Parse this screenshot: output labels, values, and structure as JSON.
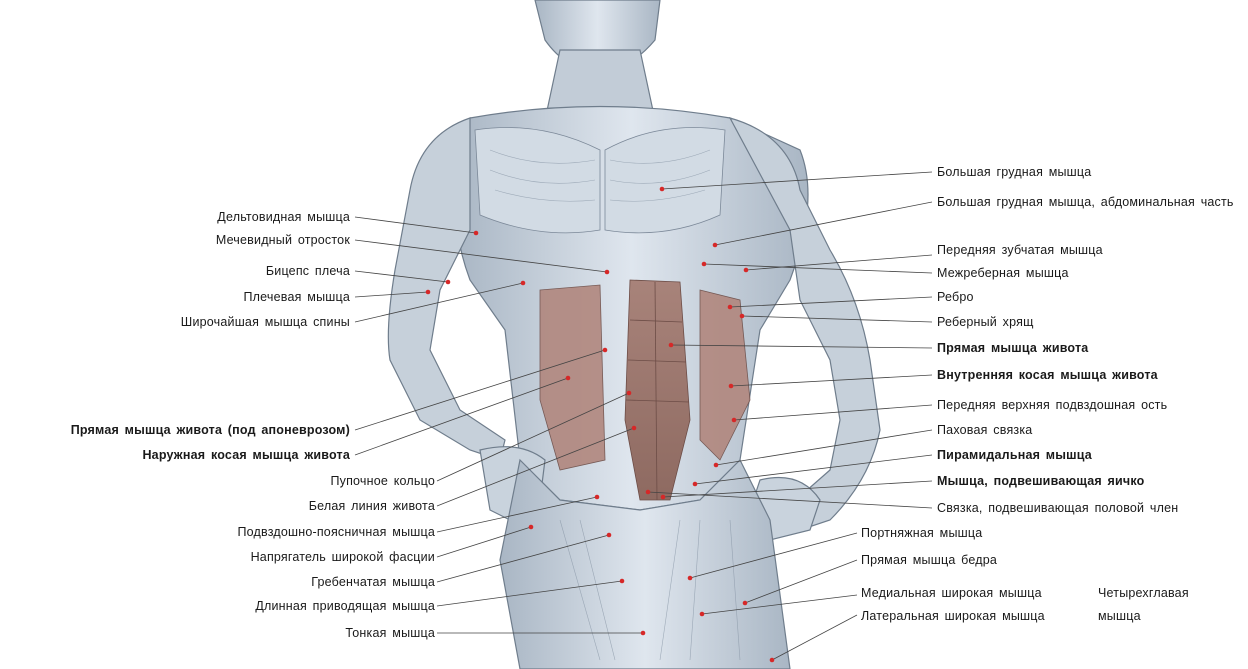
{
  "colors": {
    "muscle": "#c9d3dd",
    "muscle_dark": "#8f9cab",
    "abdominal": "#a5776d",
    "marker": "#d62828",
    "leader": "#444444"
  },
  "labels_left": [
    {
      "id": "deltoid",
      "text": "Дельтовидная  мышца",
      "bold": false
    },
    {
      "id": "xiphoid",
      "text": "Мечевидный  отросток",
      "bold": false
    },
    {
      "id": "biceps",
      "text": "Бицепс  плеча",
      "bold": false
    },
    {
      "id": "brachialis",
      "text": "Плечевая  мышца",
      "bold": false
    },
    {
      "id": "latissimus",
      "text": "Широчайшая  мышца  спины",
      "bold": false
    },
    {
      "id": "rectus-under",
      "text": "Прямая  мышца  живота  (под апоневрозом)",
      "bold": true
    },
    {
      "id": "external-oblique",
      "text": "Наружная  косая  мышца  живота",
      "bold": true
    },
    {
      "id": "umbilical",
      "text": "Пупочное  кольцо",
      "bold": false
    },
    {
      "id": "linea-alba",
      "text": "Белая  линия  живота",
      "bold": false
    },
    {
      "id": "iliopsoas",
      "text": "Подвздошно-поясничная  мышца",
      "bold": false
    },
    {
      "id": "tensor",
      "text": "Напрягатель  широкой  фасции",
      "bold": false
    },
    {
      "id": "pectineus",
      "text": "Гребенчатая  мышца",
      "bold": false
    },
    {
      "id": "adductor",
      "text": "Длинная  приводящая  мышца",
      "bold": false
    },
    {
      "id": "gracilis",
      "text": "Тонкая  мышца",
      "bold": false
    }
  ],
  "labels_right": [
    {
      "id": "pectoralis",
      "text": "Большая  грудная  мышца",
      "bold": false
    },
    {
      "id": "pectoralis-abd",
      "text": "Большая  грудная  мышца,  абдоминальная часть",
      "bold": false
    },
    {
      "id": "serratus",
      "text": "Передняя  зубчатая  мышца",
      "bold": false
    },
    {
      "id": "intercostal",
      "text": "Межреберная  мышца",
      "bold": false
    },
    {
      "id": "rib",
      "text": "Ребро",
      "bold": false
    },
    {
      "id": "costal-cartilage",
      "text": "Реберный  хрящ",
      "bold": false
    },
    {
      "id": "rectus",
      "text": "Прямая  мышца  живота",
      "bold": true
    },
    {
      "id": "internal-oblique",
      "text": "Внутренняя  косая  мышца  живота",
      "bold": true
    },
    {
      "id": "asis",
      "text": "Передняя  верхняя  подвздошная  ость",
      "bold": false
    },
    {
      "id": "inguinal",
      "text": "Паховая  связка",
      "bold": false
    },
    {
      "id": "pyramidalis",
      "text": "Пирамидальная  мышца",
      "bold": true
    },
    {
      "id": "cremaster",
      "text": "Мышца,  подвешивающая  яичко",
      "bold": true
    },
    {
      "id": "suspensory",
      "text": "Связка,  подвешивающая  половой  член",
      "bold": false
    },
    {
      "id": "sartorius",
      "text": "Портняжная  мышца",
      "bold": false
    },
    {
      "id": "rectus-femoris",
      "text": "Прямая  мышца  бедра",
      "bold": false
    },
    {
      "id": "vastus-medialis",
      "text": "Медиальная  широкая  мышца",
      "bold": false
    },
    {
      "id": "vastus-lateralis",
      "text": "Латеральная  широкая  мышца",
      "bold": false
    }
  ],
  "quadriceps": {
    "line1": "Четырехглавая",
    "line2": "мышца"
  }
}
